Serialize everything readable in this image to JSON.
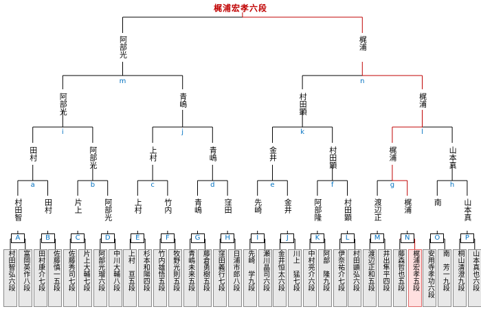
{
  "title": "梶浦宏孝六段",
  "colors": {
    "line": "#000000",
    "winner_line": "#c00000",
    "game_label": "#0070c0"
  },
  "r1_slots": [
    {
      "label": "A",
      "players": [
        "村田智弘六段",
        "富岡英作八段"
      ]
    },
    {
      "label": "B",
      "players": [
        "田村康介七段",
        "佐藤慎一五段"
      ]
    },
    {
      "label": "C",
      "players": [
        "佐藤秀司七段",
        "片上大輔七段"
      ]
    },
    {
      "label": "D",
      "players": [
        "阿部光瑠六段",
        "中川大輔八段"
      ]
    },
    {
      "label": "E",
      "players": [
        "上村　亘五段",
        "杉本和陽四段"
      ]
    },
    {
      "label": "F",
      "players": [
        "竹内雄悟五段",
        "牧野光則五段"
      ]
    },
    {
      "label": "G",
      "players": [
        "青嶋未来五段",
        "藤倉勇樹五段"
      ]
    },
    {
      "label": "H",
      "players": [
        "窪田義行七段",
        "日浦市郎八段"
      ]
    },
    {
      "label": "I",
      "players": [
        "先崎　学九段",
        "瀬川晶司六段"
      ]
    },
    {
      "label": "J",
      "players": [
        "金井恒太六段",
        "川上　猛七段"
      ]
    },
    {
      "label": "K",
      "players": [
        "中村亮介六段",
        "阿部　隆九段"
      ]
    },
    {
      "label": "L",
      "players": [
        "伊奈祐介七段",
        "村田顕弘六段"
      ]
    },
    {
      "label": "M",
      "players": [
        "渡辺正和五段",
        "井出隼平四段"
      ]
    },
    {
      "label": "N",
      "players": [
        "藤森哲也五段",
        "梶浦宏孝五段"
      ]
    },
    {
      "label": "O",
      "players": [
        "安用寺孝功六段",
        "南　芳一九段"
      ]
    },
    {
      "label": "P",
      "players": [
        "桐山清澄九段",
        "山本真也六段"
      ]
    }
  ],
  "r2": [
    {
      "label": "a",
      "winners": [
        "村田智",
        "田村"
      ]
    },
    {
      "label": "b",
      "winners": [
        "片上",
        "阿部光"
      ]
    },
    {
      "label": "c",
      "winners": [
        "上村",
        "竹内"
      ]
    },
    {
      "label": "d",
      "winners": [
        "青嶋",
        "窪田"
      ]
    },
    {
      "label": "e",
      "winners": [
        "先崎",
        "金井"
      ]
    },
    {
      "label": "f",
      "winners": [
        "阿部隆",
        "村田顕"
      ]
    },
    {
      "label": "g",
      "winners": [
        "渡辺正",
        "梶浦"
      ]
    },
    {
      "label": "h",
      "winners": [
        "南",
        "山本真"
      ]
    }
  ],
  "r3": [
    {
      "label": "i",
      "winners": [
        "田村",
        "阿部光"
      ]
    },
    {
      "label": "j",
      "winners": [
        "上村",
        "青嶋"
      ]
    },
    {
      "label": "k",
      "winners": [
        "金井",
        "村田顕"
      ]
    },
    {
      "label": "l",
      "winners": [
        "梶浦",
        "山本真"
      ]
    }
  ],
  "r4": [
    {
      "label": "m",
      "winners": [
        "阿部光",
        "青嶋"
      ]
    },
    {
      "label": "n",
      "winners": [
        "村田顕",
        "梶浦"
      ]
    }
  ],
  "r5": {
    "winners": [
      "阿部光",
      "梶浦"
    ]
  }
}
